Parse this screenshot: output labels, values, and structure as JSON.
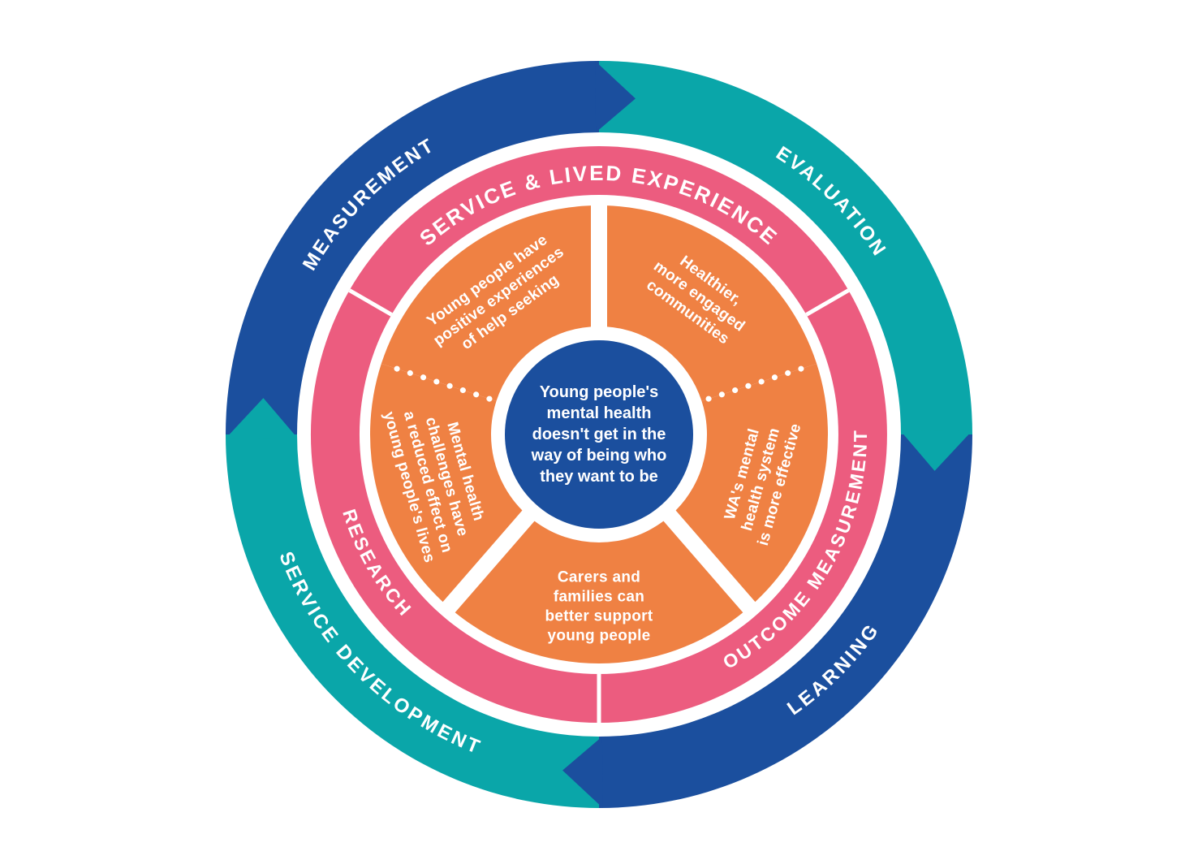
{
  "palette": {
    "dark_blue": "#1B4F9E",
    "teal": "#0AA6A9",
    "pink": "#EC5C7F",
    "orange": "#EF8143",
    "white": "#FFFFFF",
    "background": "#FFFFFF"
  },
  "wheel": {
    "outer_ring": {
      "flow_direction": "clockwise",
      "segments": [
        {
          "label": "MEASUREMENT",
          "color_key": "dark_blue"
        },
        {
          "label": "EVALUATION",
          "color_key": "teal"
        },
        {
          "label": "LEARNING",
          "color_key": "dark_blue"
        },
        {
          "label": "SERVICE DEVELOPMENT",
          "color_key": "teal"
        }
      ]
    },
    "middle_ring": {
      "color_key": "pink",
      "segments": [
        {
          "label": "SERVICE & LIVED EXPERIENCE"
        },
        {
          "label": "OUTCOME MEASUREMENT"
        },
        {
          "label": "RESEARCH"
        }
      ]
    },
    "inner_ring": {
      "color_key": "orange",
      "outcomes": [
        {
          "id": "top-left",
          "lines": [
            "Young people have",
            "positive experiences",
            "of help seeking"
          ]
        },
        {
          "id": "top-right",
          "lines": [
            "Healthier,",
            "more engaged",
            "communities"
          ]
        },
        {
          "id": "right",
          "lines": [
            "WA's mental",
            "health system",
            "is more effective"
          ]
        },
        {
          "id": "bottom",
          "lines": [
            "Carers and",
            "families can",
            "better support",
            "young people"
          ]
        },
        {
          "id": "left",
          "lines": [
            "Mental health",
            "challenges have",
            "a reduced effect on",
            "young people's lives"
          ]
        }
      ]
    },
    "center": {
      "color_key": "dark_blue",
      "lines": [
        "Young people's",
        "mental health",
        "doesn't get in the",
        "way of being who",
        "they want to be"
      ]
    }
  }
}
